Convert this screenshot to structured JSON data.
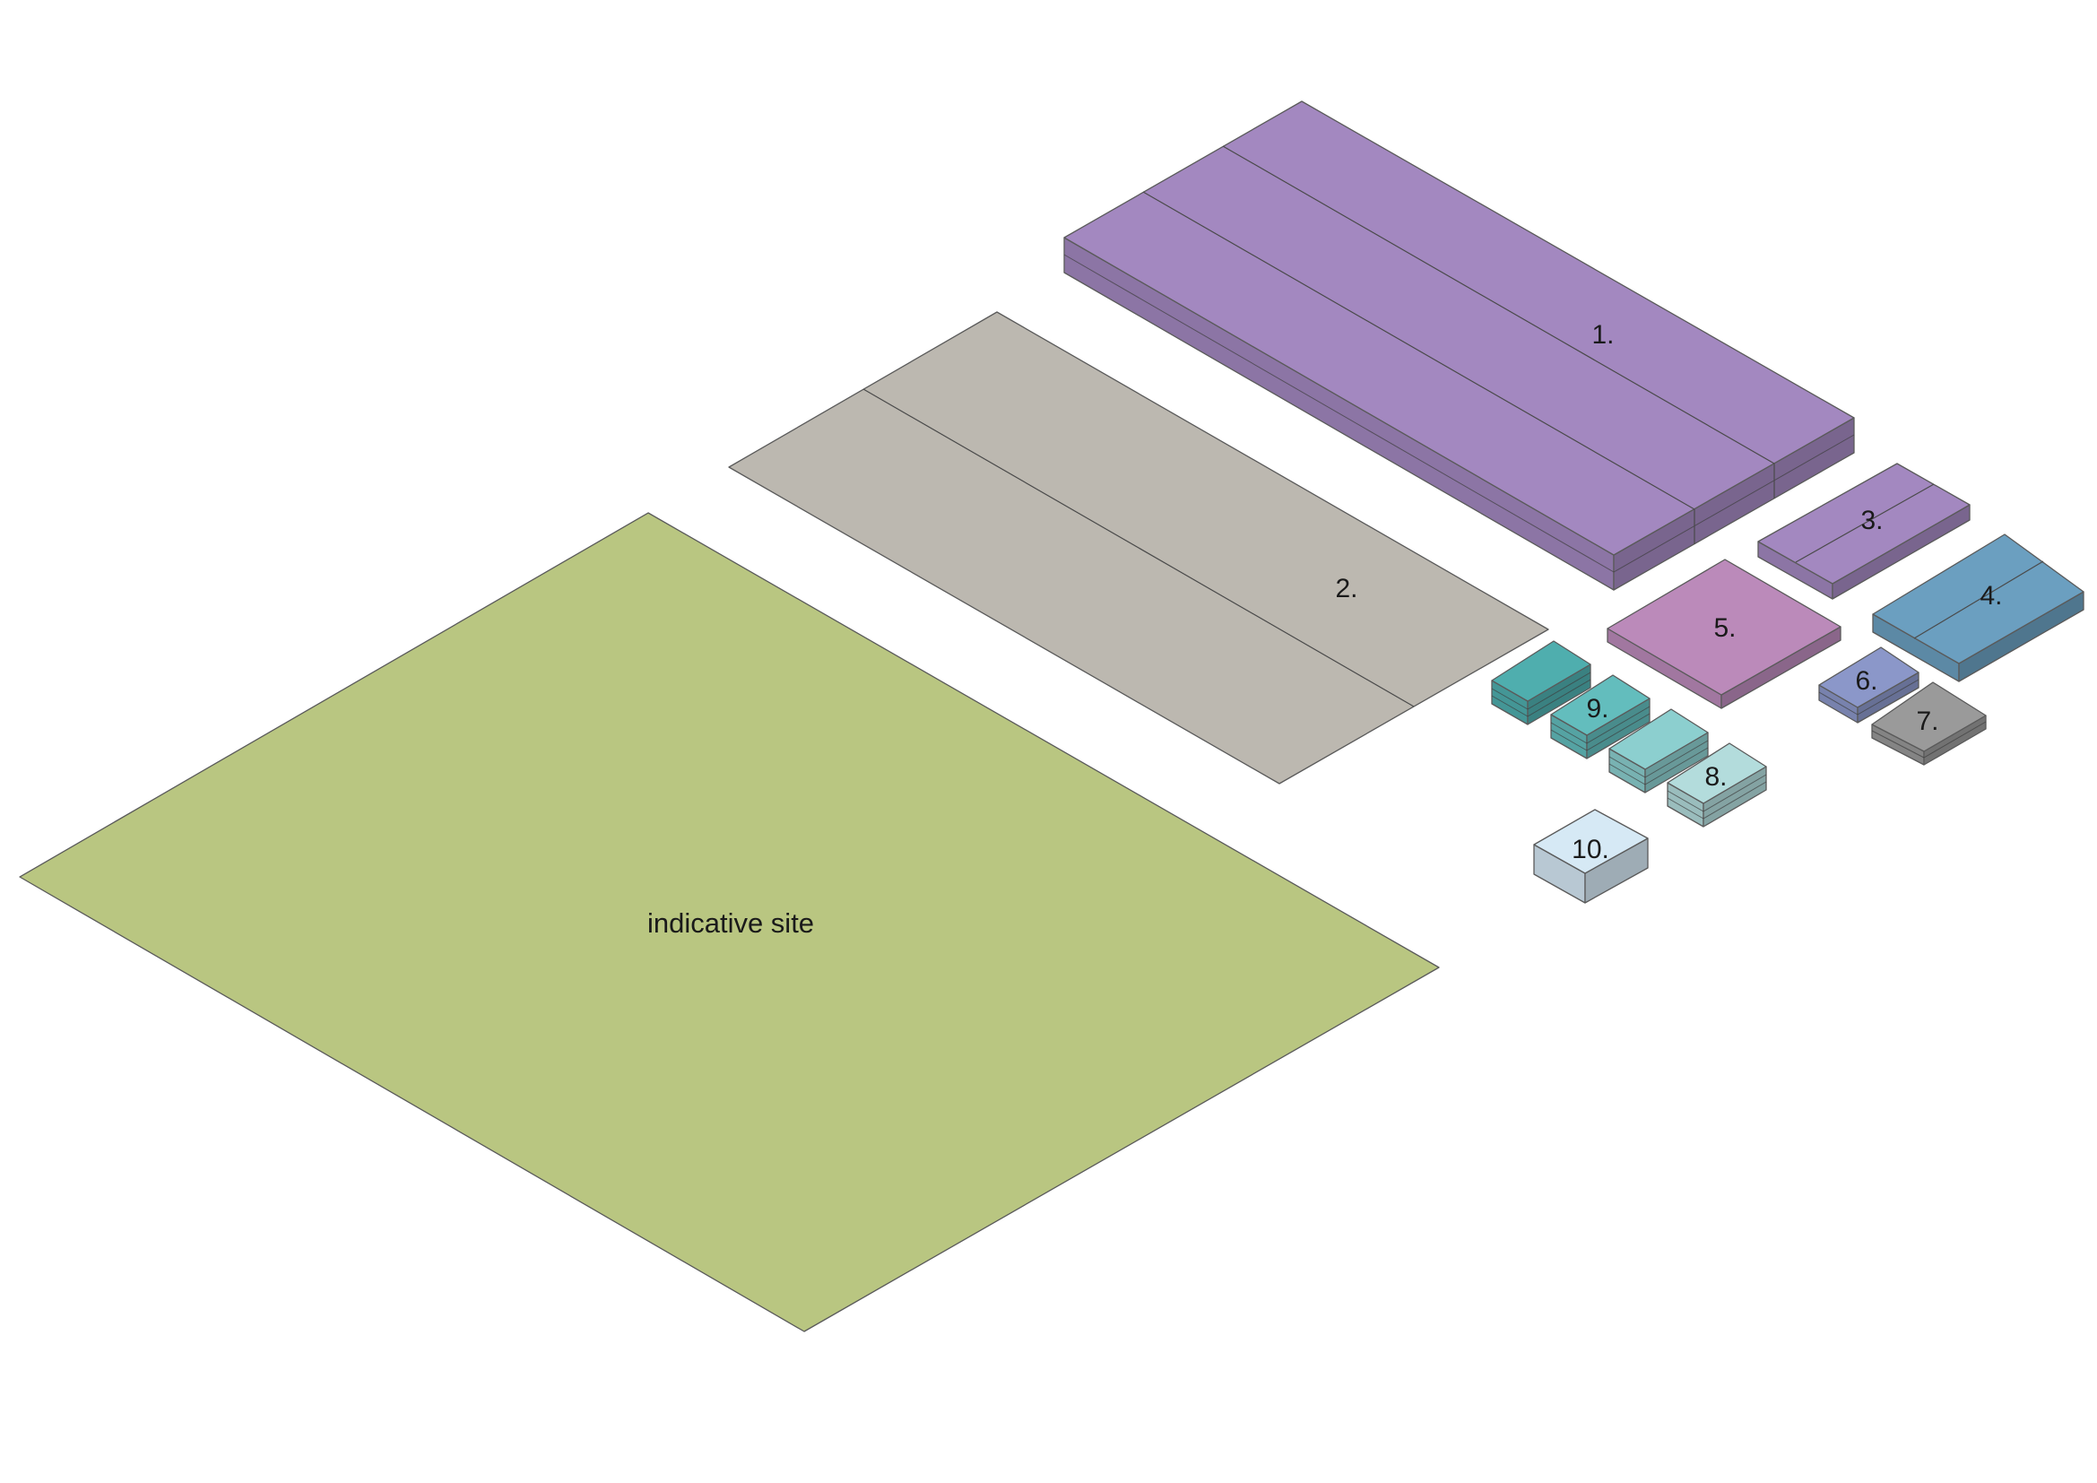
{
  "diagram": {
    "site": {
      "label": "indicative site",
      "color": "#b9c681"
    },
    "blocks": [
      {
        "label": "1.",
        "color": "#a388c0"
      },
      {
        "label": "2.",
        "color": "#bcb8b0"
      },
      {
        "label": "3.",
        "color": "#a388c0"
      },
      {
        "label": "4.",
        "color": "#6b9fc0"
      },
      {
        "label": "5.",
        "color": "#bb8aba"
      },
      {
        "label": "6.",
        "color": "#8b97c9"
      },
      {
        "label": "7.",
        "color": "#9a9a9a"
      },
      {
        "label": "8.",
        "color": "#b3dcdc"
      },
      {
        "label": "9.",
        "color": "#7cc8c8"
      },
      {
        "label": "10.",
        "color": "#d6e9f5"
      }
    ],
    "cluster_colors": {
      "teal_dark": "#4faeae",
      "teal_mid": "#63bdbd",
      "teal_light": "#8ccfcf",
      "teal_pale": "#b3dcdc"
    }
  }
}
